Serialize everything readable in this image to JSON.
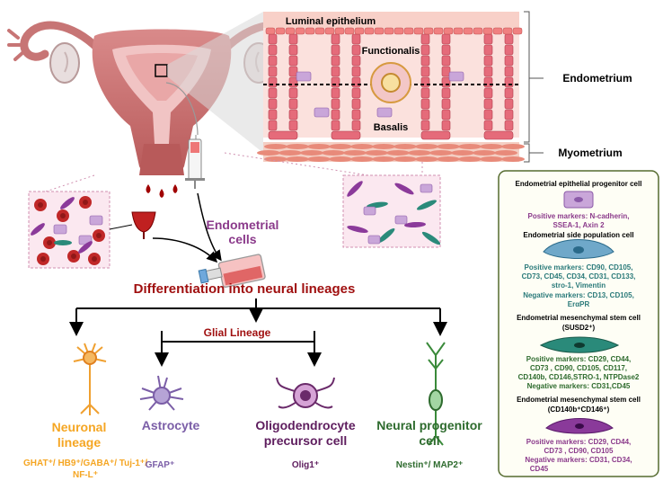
{
  "tissue": {
    "luminal": "Luminal epithelium",
    "functionalis": "Functionalis",
    "basalis": "Basalis",
    "endometrium": "Endometrium",
    "myometrium": "Myometrium"
  },
  "flow": {
    "cells_line1": "Endometrial",
    "cells_line2": "cells",
    "differentiation": "Differentiation into neural lineages",
    "glial": "Glial Lineage"
  },
  "lineages": {
    "neuronal": {
      "line1": "Neuronal",
      "line2": "lineage",
      "markers_line1": "GHAT⁺/ HB9⁺/GABA⁺/ Tuj-1⁺/",
      "markers_line2": "NF-L⁺"
    },
    "astrocyte": {
      "label": "Astrocyte",
      "markers": "GFAP⁺"
    },
    "oligo": {
      "line1": "Oligodendrocyte",
      "line2": "precursor cell",
      "markers": "Olig1⁺"
    },
    "progenitor": {
      "line1": "Neural progenitor",
      "line2": "cell",
      "markers": "Nestin⁺/ MAP2⁺"
    }
  },
  "panel": {
    "epithelial_title": "Endometrial epithelial progenitor cell",
    "epithelial_pos1": "Positive markers: N-cadherin,",
    "epithelial_pos2": "SSEA-1, Axin 2",
    "side_title": "Endometrial side population cell",
    "side_pos1": "Positive markers: CD90, CD105,",
    "side_pos2": "CD73, CD45, CD34, CD31, CD133,",
    "side_pos3": "stro-1, Vimentin",
    "side_neg1": "Negative markers: CD13, CD105,",
    "side_neg2": "ErαPR",
    "susd_title1": "Endometrial mesenchymal stem cell",
    "susd_title2": "(SUSD2⁺)",
    "susd_pos1": "Positive markers: CD29, CD44,",
    "susd_pos2": "CD73 , CD90, CD105, CD117,",
    "susd_pos3": "CD140b, CD146,STRO-1, NTPDase2",
    "susd_neg1": "Negative markers: CD31,CD45",
    "cd_title1": "Endometrial mesenchymal stem cell",
    "cd_title2": "(CD140b⁺CD146⁺)",
    "cd_pos1": "Positive markers: CD29, CD44,",
    "cd_pos2": "CD73 , CD90, CD105",
    "cd_neg1": "Negative markers: CD31, CD34,",
    "cd_neg2": "CD45"
  },
  "colors": {
    "neuronal": "#f5a623",
    "astrocyte": "#7b5ea7",
    "oligo": "#5e1d5e",
    "progenitor": "#2e6b2e",
    "title_red": "#a01010",
    "purple": "#8b3a8b",
    "teal": "#2a7a7a",
    "green": "#2e6b2e"
  }
}
